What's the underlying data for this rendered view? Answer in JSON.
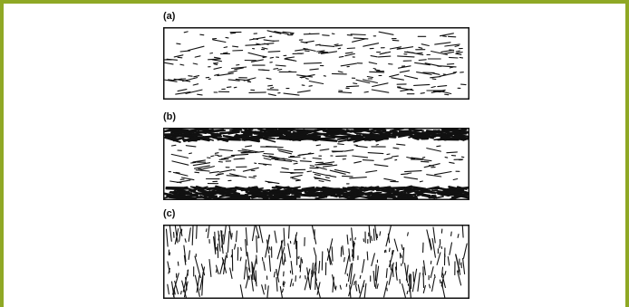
{
  "figure": {
    "frame_color": "#8fa825",
    "panels": [
      {
        "id": "a",
        "label": "(a)",
        "orientation": "random-horizontal",
        "dense_edges": false
      },
      {
        "id": "b",
        "label": "(b)",
        "orientation": "horizontal-with-dense-skin-layers",
        "dense_edges": true
      },
      {
        "id": "c",
        "label": "(c)",
        "orientation": "vertical",
        "dense_edges": false
      }
    ]
  }
}
